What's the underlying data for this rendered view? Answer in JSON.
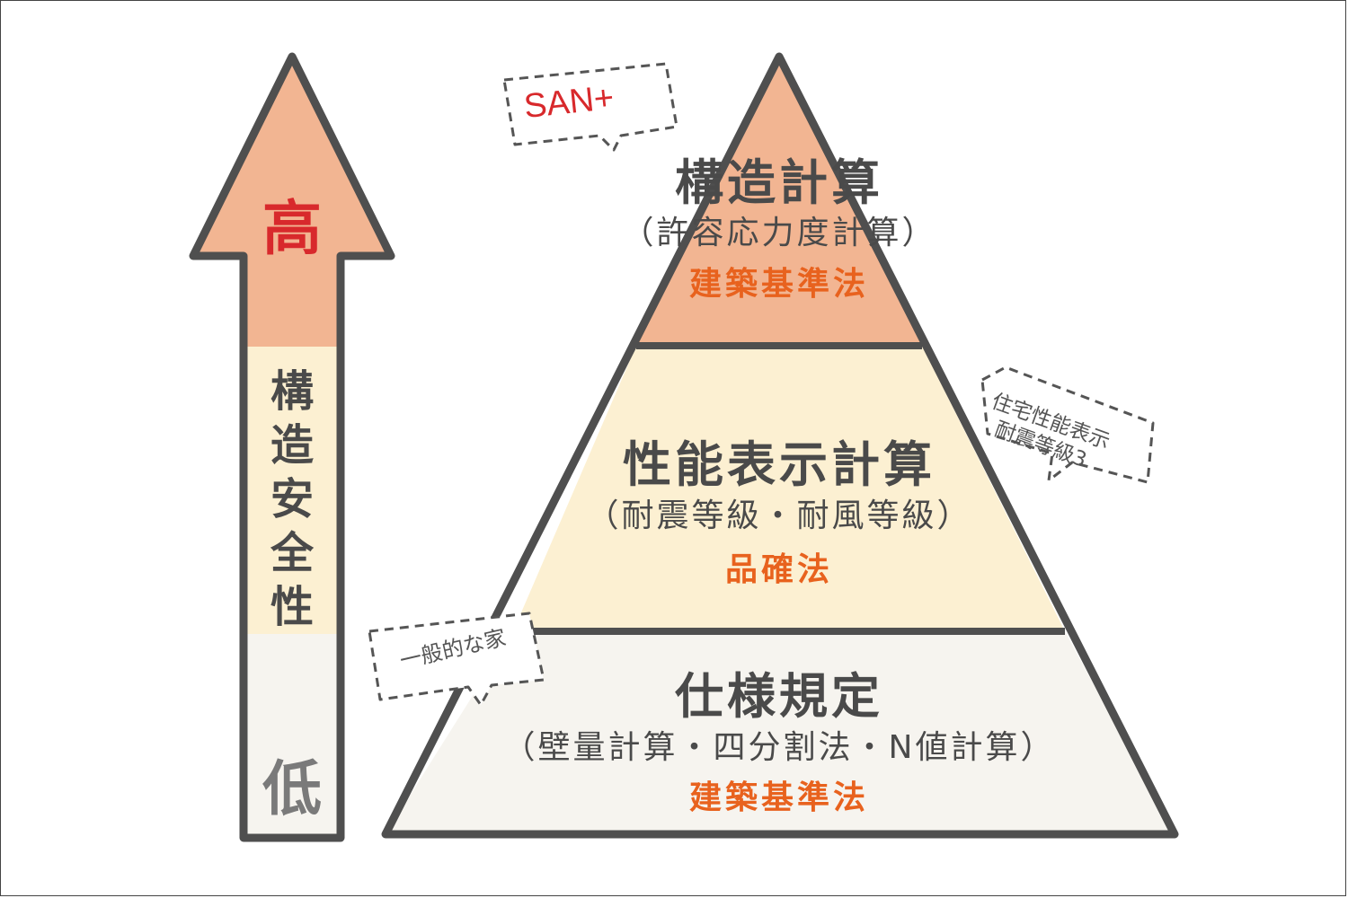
{
  "arrow": {
    "high_label": "高",
    "low_label": "低",
    "axis_label": "構造安全性"
  },
  "pyramid": {
    "top": {
      "title": "構造計算",
      "subtitle": "（許容応力度計算）",
      "law": "建築基準法"
    },
    "middle": {
      "title": "性能表示計算",
      "subtitle": "（耐震等級・耐風等級）",
      "law": "品確法"
    },
    "bottom": {
      "title": "仕様規定",
      "subtitle": "（壁量計算・四分割法・N値計算）",
      "law": "建築基準法"
    }
  },
  "bubbles": {
    "san": "SAN+",
    "grade_line1": "住宅性能表示",
    "grade_line2": "耐震等級3",
    "general": "一般的な家"
  },
  "colors": {
    "tier_top": "#f2b592",
    "tier_middle": "#fcf0d2",
    "tier_bottom": "#f6f4ef",
    "outline": "#4f4f4f",
    "law_text": "#e8621e",
    "high_text": "#d8292c",
    "san_text": "#d8292c"
  }
}
